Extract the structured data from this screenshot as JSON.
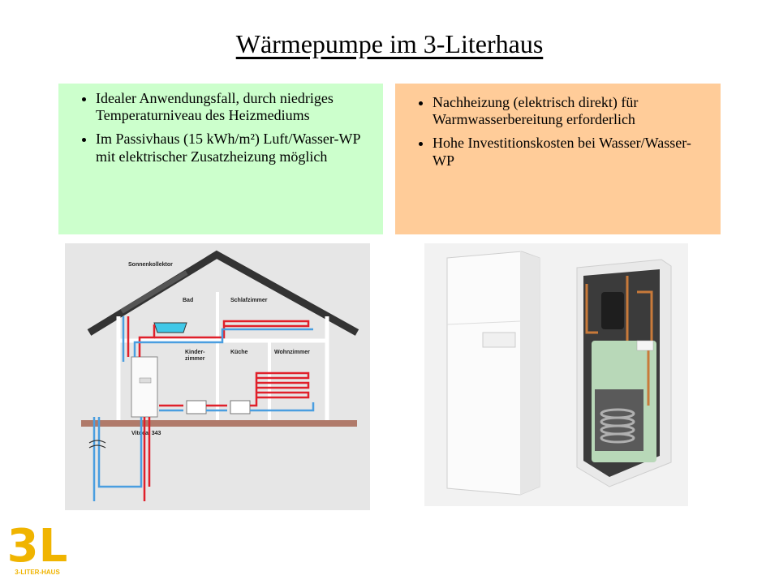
{
  "slide": {
    "title": "Wärmepumpe im 3-Literhaus",
    "left_box": {
      "bullets": [
        "Idealer Anwendungsfall, durch niedriges Temperaturniveau des Heizmediums",
        "Im Passivhaus (15 kWh/m²) Luft/Wasser-WP mit elektrischer Zusatzheizung möglich"
      ],
      "color": "#ccffcc"
    },
    "right_box": {
      "bullets": [
        "Nachheizung (elektrisch direkt) für Warmwasserbereitung erforderlich",
        "Hohe Investitionskosten bei Wasser/Wasser-WP"
      ],
      "color": "#ffcc99"
    }
  },
  "diagram": {
    "labels": {
      "collector": "Sonnenkollektor",
      "bath": "Bad",
      "bedroom": "Schlafzimmer",
      "kids_room_1": "Kinder-",
      "kids_room_2": "zimmer",
      "kitchen": "Küche",
      "living_room": "Wohnzimmer",
      "unit_name": "Vitocal 343"
    },
    "pipe_colors": {
      "hot": "#e0202a",
      "cold": "#4a9ee0"
    }
  },
  "logo": {
    "mark": "3L",
    "caption": "3-LITER-HAUS",
    "color": "#f0b400"
  }
}
